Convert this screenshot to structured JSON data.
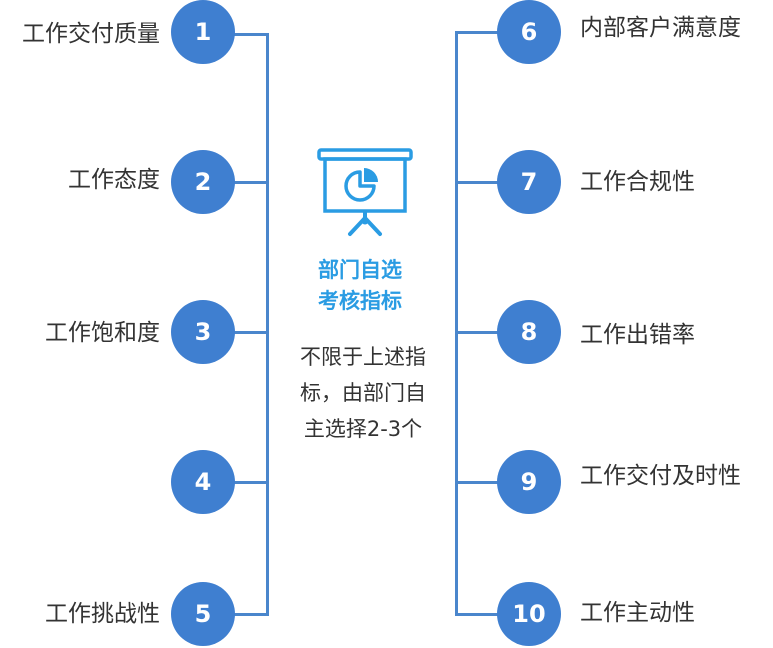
{
  "center": {
    "title_line1": "部门自选",
    "title_line2": "考核指标",
    "desc_line1": "不限于上述指",
    "desc_line2": "标，由部门自",
    "desc_line3": "主选择2-3个",
    "icon": "presentation-pie-chart-icon"
  },
  "left_items": [
    {
      "num": "1",
      "label": "工作交付质量"
    },
    {
      "num": "2",
      "label": "工作态度"
    },
    {
      "num": "3",
      "label": "工作饱和度"
    },
    {
      "num": "4",
      "label": ""
    },
    {
      "num": "5",
      "label": "工作挑战性"
    }
  ],
  "right_items": [
    {
      "num": "6",
      "label": "内部客户满意度"
    },
    {
      "num": "7",
      "label": "工作合规性"
    },
    {
      "num": "8",
      "label": "工作出错率"
    },
    {
      "num": "9",
      "label": "工作交付及时性"
    },
    {
      "num": "10",
      "label": "工作主动性"
    }
  ],
  "colors": {
    "accent": "#3f7fd0",
    "title": "#2a9ce3",
    "line": "#4a86cc"
  }
}
